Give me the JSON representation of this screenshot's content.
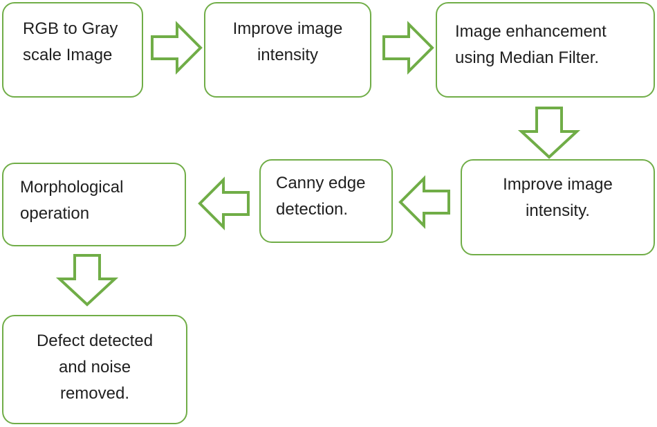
{
  "diagram": {
    "boxes": [
      {
        "line1": "RGB to Gray",
        "line2": "scale Image"
      },
      {
        "line1": "Improve image",
        "line2": "intensity"
      },
      {
        "line1": "Image enhancement",
        "line2": "using Median Filter."
      },
      {
        "line1": "Improve image",
        "line2": "intensity."
      },
      {
        "line1": "Canny edge",
        "line2": "detection."
      },
      {
        "line1": "Morphological",
        "line2": "operation"
      },
      {
        "line1": "Defect detected",
        "line2": "and noise",
        "line3": "removed."
      }
    ],
    "colors": {
      "border": "#70ad47",
      "arrow_outline": "#70ad47",
      "fill": "#ffffff",
      "text": "#1f1f1f"
    },
    "icons": {
      "right": "block-arrow-right-icon",
      "down": "block-arrow-down-icon",
      "left": "block-arrow-left-icon"
    }
  }
}
